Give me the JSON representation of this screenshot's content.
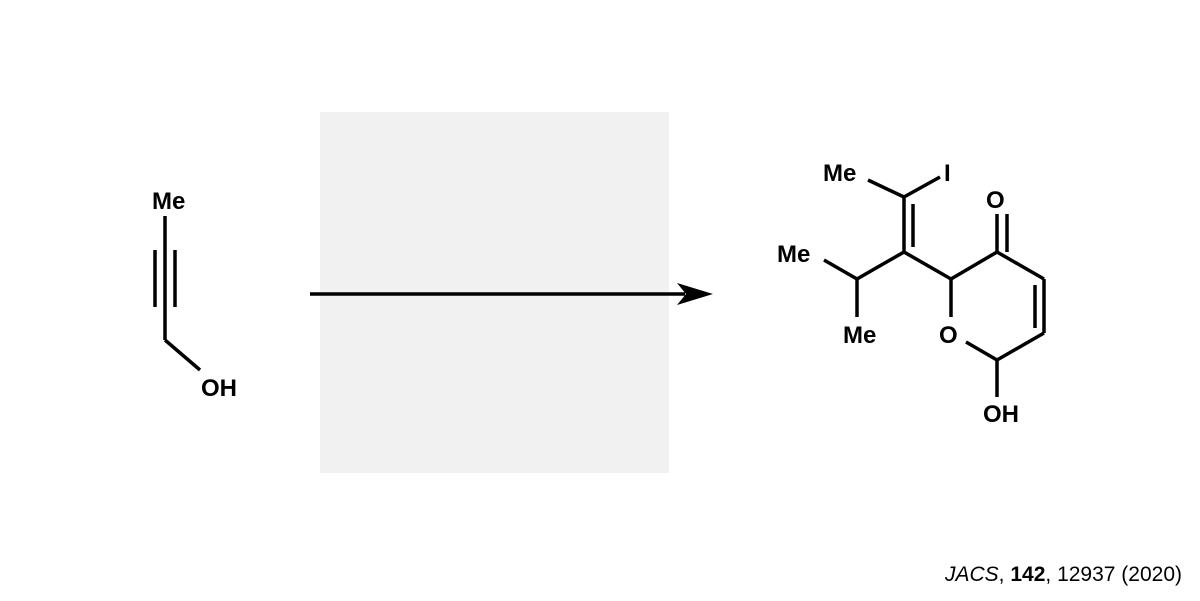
{
  "scheme": {
    "background": "#ffffff",
    "conditions_box_color": "#f1f1f1",
    "conditions_box": "blank (reagents/conditions hidden)",
    "arrow": "reaction-arrow",
    "starting_material": {
      "name": "2-butyn-1-ol",
      "labels": {
        "methyl": "Me",
        "hydroxyl": "OH"
      }
    },
    "product": {
      "labels": {
        "vinyl_methyl": "Me",
        "iodo": "I",
        "ketone_oxygen": "O",
        "isopropyl_methyl_1": "Me",
        "isopropyl_methyl_2": "Me",
        "ring_oxygen": "O",
        "hydroxyl": "OH"
      }
    }
  },
  "citation": {
    "journal": "JACS",
    "sep1": ", ",
    "volume": "142",
    "sep2": ", ",
    "pages_year": "12937 (2020)"
  }
}
